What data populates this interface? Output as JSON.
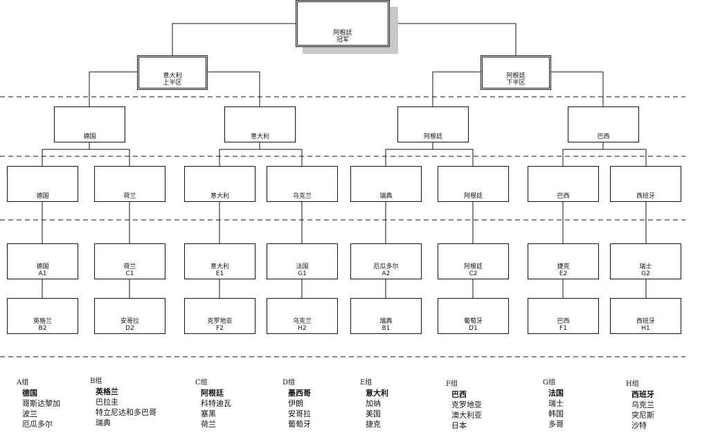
{
  "final": {
    "team": "阿根廷",
    "label": "冠军"
  },
  "semis": [
    {
      "team": "意大利",
      "label": "上半区"
    },
    {
      "team": "阿根廷",
      "label": "下半区"
    }
  ],
  "quarters": [
    "德国",
    "意大利",
    "阿根廷",
    "巴西"
  ],
  "round16": [
    "德国",
    "荷兰",
    "意大利",
    "乌克兰",
    "瑞典",
    "阿根廷",
    "巴西",
    "西班牙"
  ],
  "round32_top": [
    {
      "team": "德国",
      "code": "A1"
    },
    {
      "team": "荷兰",
      "code": "C1"
    },
    {
      "team": "意大利",
      "code": "E1"
    },
    {
      "team": "法国",
      "code": "G1"
    },
    {
      "team": "厄瓜多尔",
      "code": "A2"
    },
    {
      "team": "阿根廷",
      "code": "C2"
    },
    {
      "team": "捷克",
      "code": "E2"
    },
    {
      "team": "瑞士",
      "code": "G2"
    }
  ],
  "round32_bottom": [
    {
      "team": "英格兰",
      "code": "B2"
    },
    {
      "team": "安哥拉",
      "code": "D2"
    },
    {
      "team": "克罗地亚",
      "code": "F2"
    },
    {
      "team": "乌克兰",
      "code": "H2"
    },
    {
      "team": "瑞典",
      "code": "B1"
    },
    {
      "team": "葡萄牙",
      "code": "D1"
    },
    {
      "team": "巴西",
      "code": "F1"
    },
    {
      "team": "西班牙",
      "code": "H1"
    }
  ],
  "groups": [
    {
      "title": "A组",
      "teams": [
        "德国",
        "哥斯达黎加",
        "波兰",
        "厄瓜多尔"
      ]
    },
    {
      "title": "B组",
      "teams": [
        "英格兰",
        "巴拉圭",
        "特立尼达和多巴哥",
        "瑞典"
      ]
    },
    {
      "title": "C组",
      "teams": [
        "阿根廷",
        "科特迪瓦",
        "塞黑",
        "荷兰"
      ]
    },
    {
      "title": "D组",
      "teams": [
        "墨西哥",
        "伊朗",
        "安哥拉",
        "葡萄牙"
      ]
    },
    {
      "title": "E组",
      "teams": [
        "意大利",
        "加纳",
        "美国",
        "捷克"
      ]
    },
    {
      "title": "F组",
      "teams": [
        "巴西",
        "克罗地亚",
        "澳大利亚",
        "日本"
      ]
    },
    {
      "title": "G组",
      "teams": [
        "法国",
        "瑞士",
        "韩国",
        "多哥"
      ]
    },
    {
      "title": "H组",
      "teams": [
        "西班牙",
        "乌克兰",
        "突尼斯",
        "沙特"
      ]
    }
  ]
}
